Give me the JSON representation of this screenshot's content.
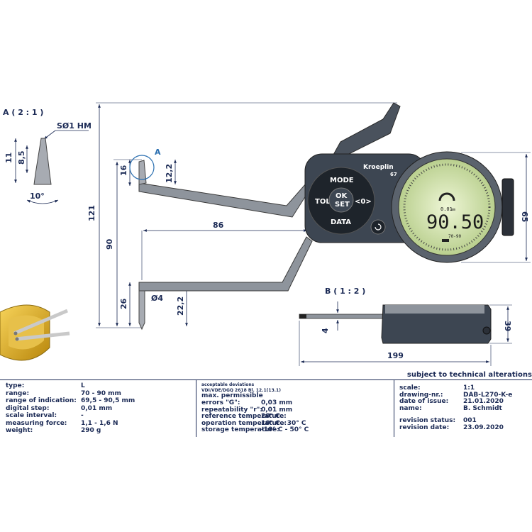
{
  "detail_a": {
    "title": "A ( 2 : 1 )",
    "ball": "SØ1 HM",
    "dim_11": "11",
    "dim_85": "8,5",
    "angle": "10°"
  },
  "detail_b": {
    "title": "B ( 1 : 2 )",
    "dim_4": "4",
    "dim_39": "39",
    "dim_199": "199"
  },
  "main_dims": {
    "d121": "121",
    "d90": "90",
    "d86": "86",
    "d16": "16",
    "d122": "12,2",
    "d26": "26",
    "d222": "22,2",
    "d4": "Ø4",
    "d65": "65",
    "marker_a": "A"
  },
  "device": {
    "brand": "Kroeplin",
    "model": "67",
    "buttons": {
      "mode": "MODE",
      "ok": "OK",
      "set": "SET",
      "tol": "TOL",
      "zero": "<0>",
      "data": "DATA"
    },
    "display": {
      "value": "90.50",
      "small_value": "0.01",
      "unit": "mm",
      "range": "70-90"
    }
  },
  "colors": {
    "accent": "#2a6fb0",
    "ink": "#1b2a55",
    "body": "#3d4652",
    "display": "#d9e8b8"
  },
  "subject_note": "subject to technical alterations",
  "specs": [
    {
      "k": "type:",
      "v": "L"
    },
    {
      "k": "range:",
      "v": "70 - 90 mm"
    },
    {
      "k": "range of indication:",
      "v": "69,5 - 90,5 mm"
    },
    {
      "k": "digital step:",
      "v": "0,01 mm"
    },
    {
      "k": "scale interval:",
      "v": "-"
    },
    {
      "k": "measuring force:",
      "v": "1,1 - 1,6 N"
    },
    {
      "k": "weight:",
      "v": "290 g"
    }
  ],
  "deviations": {
    "heading": "acceptable deviations",
    "norm": "VDI/VDE/DGQ 2618 Bl. 12.1(13.1)",
    "sub": "max. permissible",
    "rows": [
      {
        "k": "errors \"G\":",
        "v": "0,03 mm"
      },
      {
        "k": "repeatability \"r\":",
        "v": "0,01 mm"
      },
      {
        "k": "reference temperature:",
        "v": "20° C"
      },
      {
        "k": "operation temperature:",
        "v": "10° C - 30° C"
      },
      {
        "k": "storage temperature:",
        "v": "-10° C - 50° C"
      }
    ]
  },
  "doc": [
    {
      "k": "scale:",
      "v": "1:1"
    },
    {
      "k": "drawing-nr.:",
      "v": "DAB-L270-K-e"
    },
    {
      "k": "date of issue:",
      "v": "21.01.2020"
    },
    {
      "k": "name:",
      "v": "B. Schmidt"
    },
    {
      "k": "revision status:",
      "v": "001"
    },
    {
      "k": "revision date:",
      "v": "23.09.2020"
    }
  ]
}
